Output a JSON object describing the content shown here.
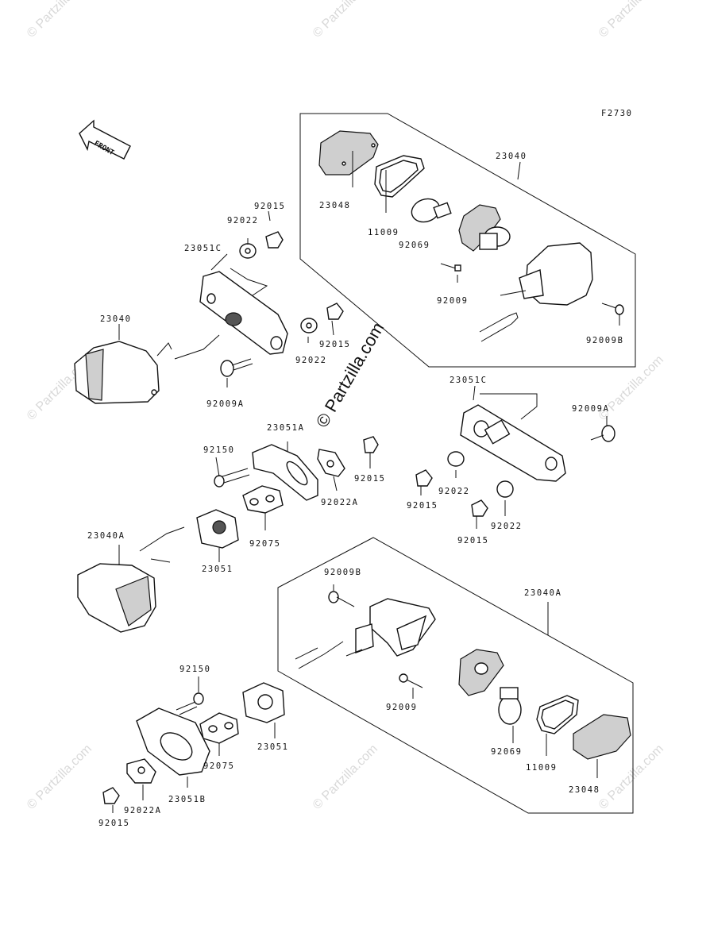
{
  "figure_code": "F2730",
  "front_label": "FRONT",
  "watermark": "© Partzilla.com",
  "labels": {
    "l23040_top": "23040",
    "l23048_top": "23048",
    "l11009_top": "11009",
    "l92069_top": "92069",
    "l92009_top": "92009",
    "l92009B_top": "92009B",
    "l92015_a": "92015",
    "l92022_a": "92022",
    "l23051C_left": "23051C",
    "l23040_left": "23040",
    "l92015_b": "92015",
    "l92022_b": "92022",
    "l92009A_left": "92009A",
    "l23051C_right": "23051C",
    "l92009A_right": "92009A",
    "l92015_c": "92015",
    "l92022_c": "92022",
    "l92015_d": "92015",
    "l92022_d": "92022",
    "l23051A": "23051A",
    "l92150_a": "92150",
    "l92015_e": "92015",
    "l92022A_a": "92022A",
    "l92075_a": "92075",
    "l23040A_left": "23040A",
    "l23051_a": "23051",
    "l92009B_bot": "92009B",
    "l23040A_right": "23040A",
    "l92150_b": "92150",
    "l92009_bot": "92009",
    "l23051_b": "23051",
    "l92075_b": "92075",
    "l92069_bot": "92069",
    "l11009_bot": "11009",
    "l23048_bot": "23048",
    "l23051B": "23051B",
    "l92022A_b": "92022A",
    "l92015_f": "92015"
  }
}
